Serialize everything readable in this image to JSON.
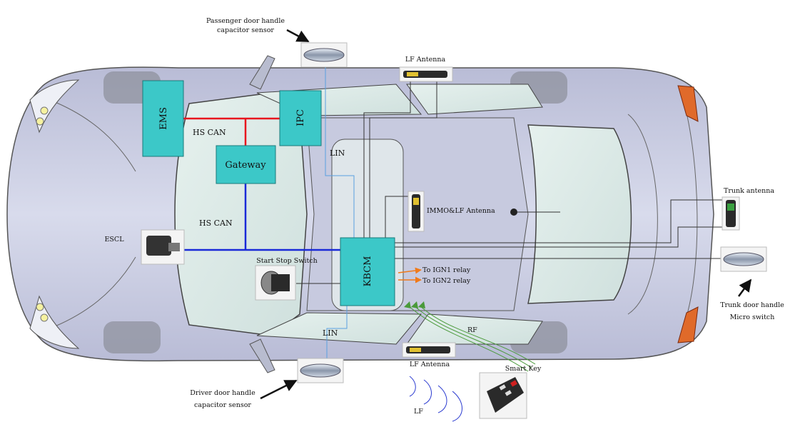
{
  "ecus": {
    "ems": "EMS",
    "ipc": "IPC",
    "gateway": "Gateway",
    "kbcm": "KBCM"
  },
  "buses": {
    "hs_can_top": "HS CAN",
    "hs_can_mid": "HS CAN",
    "lin_top": "LIN",
    "lin_bottom": "LIN",
    "rf": "RF",
    "lf": "LF"
  },
  "components": {
    "passenger_door_line1": "Passenger door handle",
    "passenger_door_line2": "capacitor sensor",
    "lf_antenna_top": "LF Antenna",
    "lf_antenna_bottom": "LF Antenna",
    "immo_lf_antenna": "IMMO&LF Antenna",
    "trunk_antenna": "Trunk antenna",
    "escl": "ESCL",
    "start_stop_switch": "Start Stop Switch",
    "ign1_relay": "To IGN1 relay",
    "ign2_relay": "To IGN2 relay",
    "trunk_handle_line1": "Trunk door handle",
    "trunk_handle_line2": "Micro switch",
    "smart_key": "Smart Key",
    "driver_door_line1": "Driver door handle",
    "driver_door_line2": "capacitor sensor"
  },
  "colors": {
    "ecu_fill": "#3cc8c8",
    "hs_can_red": "#e8141e",
    "hs_can_blue": "#1a2ad8",
    "lin_blue": "#5aa0e0",
    "ign_arrow": "#f07a1a",
    "rf_green": "#4a9a3a",
    "car_body": "#cdd0e4"
  }
}
